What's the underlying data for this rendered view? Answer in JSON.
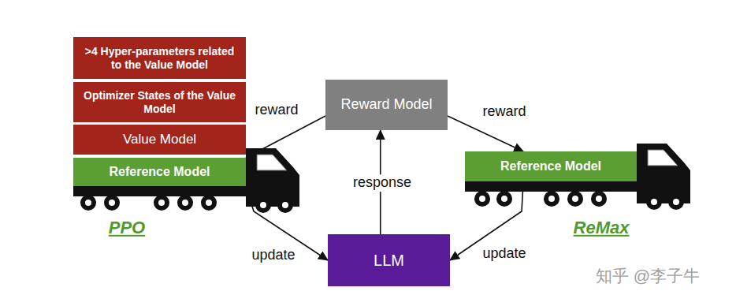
{
  "diagram": {
    "nodes": [
      {
        "text": [
          ">4 Hyper-parameters related to the Value Model"
        ]
      },
      {
        "text": [
          "Optimizer States of the Value Model"
        ]
      },
      {
        "text": [
          "Value Model"
        ]
      },
      {
        "text": [
          "Reference Model"
        ]
      },
      {
        "text": [
          "Reward Model"
        ]
      },
      {
        "text": [
          "Reference Model"
        ]
      },
      {
        "text": [
          "LLM"
        ]
      }
    ],
    "edges": [
      {
        "from": 4,
        "to": 3,
        "label": "reward",
        "arrow": "to"
      },
      {
        "from": 4,
        "to": 5,
        "label": "reward",
        "arrow": "to"
      },
      {
        "from": 6,
        "to": 4,
        "label": "response",
        "arrow": "to"
      },
      {
        "from": 3,
        "to": 6,
        "label": "update",
        "arrow": "to"
      },
      {
        "from": 5,
        "to": 6,
        "label": "update",
        "arrow": "to"
      }
    ],
    "labels": [
      "PPO",
      "ReMax",
      "知乎 @李子牛"
    ]
  }
}
